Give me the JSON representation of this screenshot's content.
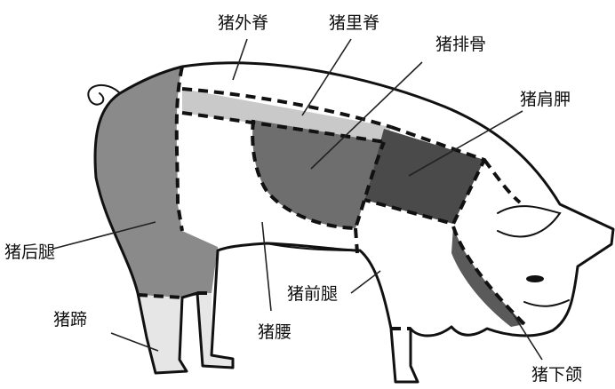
{
  "parts": {
    "outer_loin": "猪外脊",
    "tenderloin": "猪里脊",
    "ribs": "猪排骨",
    "shoulder": "猪肩胛",
    "hind_leg": "猪后腿",
    "trotter": "猪蹄",
    "belly": "猪腰",
    "front_leg": "猪前腿",
    "jowl": "猪下颌"
  },
  "colors": {
    "hind_leg": "#8a8a8a",
    "tenderloin": "#c9c9c9",
    "ribs": "#6e6e6e",
    "shoulder": "#4a4a4a",
    "jowl": "#5a5a5a",
    "trotter": "#e6e6e6",
    "outline": "#111111"
  }
}
